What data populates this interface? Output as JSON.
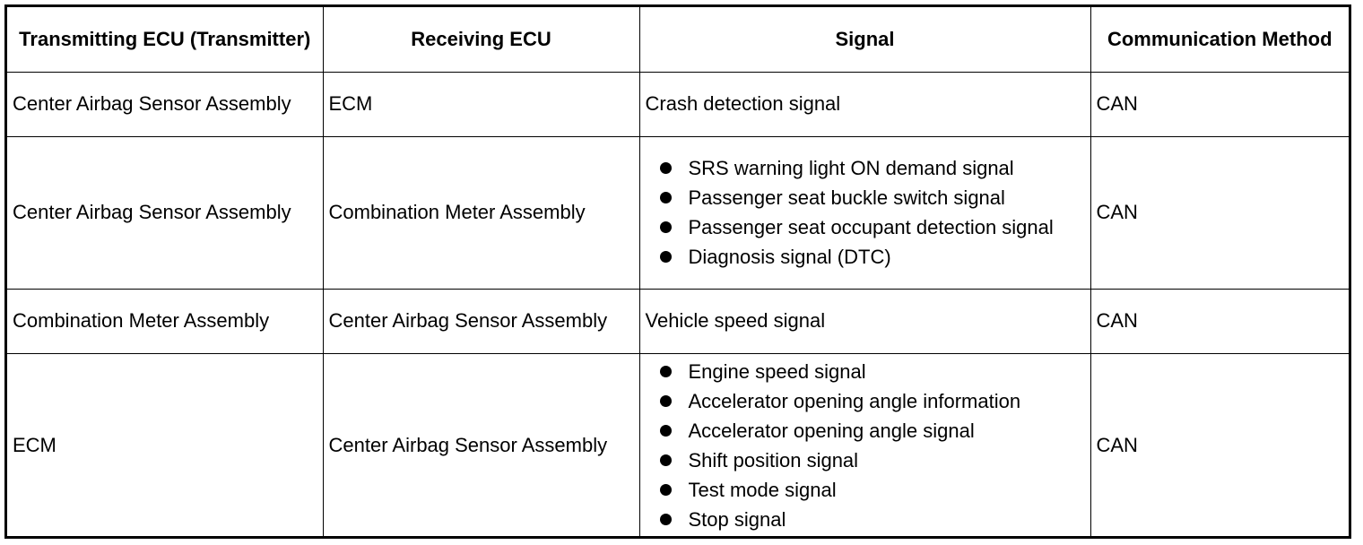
{
  "headers": [
    "Transmitting ECU (Transmitter)",
    "Receiving ECU",
    "Signal",
    "Communication Method"
  ],
  "rows": [
    {
      "transmitter": "Center Airbag Sensor Assembly",
      "receiver": "ECM",
      "signal": "Crash detection signal",
      "method": "CAN"
    },
    {
      "transmitter": "Center Airbag Sensor Assembly",
      "receiver": "Combination Meter Assembly",
      "signals": [
        "SRS warning light ON demand signal",
        "Passenger seat buckle switch signal",
        "Passenger seat occupant detection signal",
        "Diagnosis signal (DTC)"
      ],
      "method": "CAN"
    },
    {
      "transmitter": "Combination Meter Assembly",
      "receiver": "Center Airbag Sensor Assembly",
      "signal": "Vehicle speed signal",
      "method": "CAN"
    },
    {
      "transmitter": "ECM",
      "receiver": "Center Airbag Sensor Assembly",
      "signals": [
        "Engine speed signal",
        "Accelerator opening angle information",
        "Accelerator opening angle signal",
        "Shift position signal",
        "Test mode signal",
        "Stop signal"
      ],
      "method": "CAN"
    }
  ]
}
